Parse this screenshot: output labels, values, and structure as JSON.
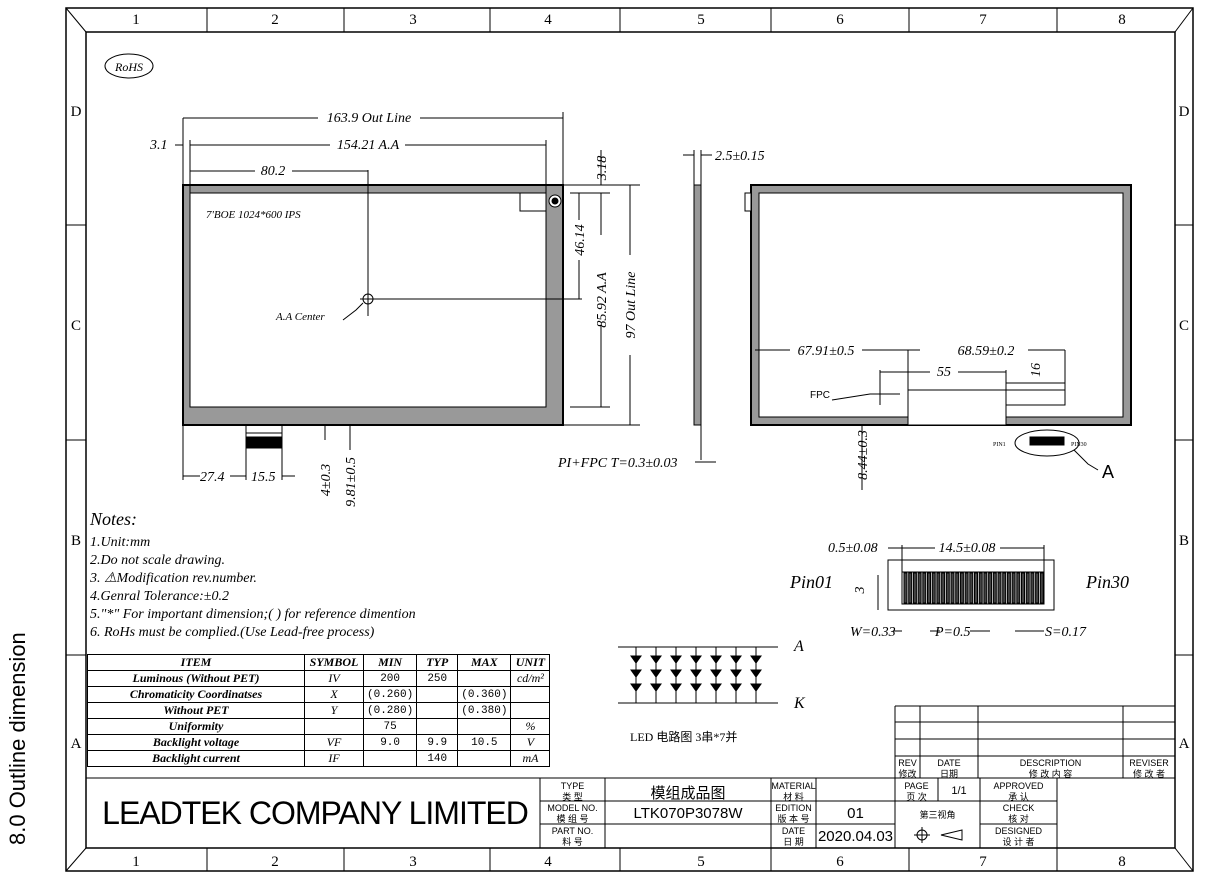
{
  "side_title": "8.0 Outline dimension",
  "border": {
    "cols": [
      "1",
      "2",
      "3",
      "4",
      "5",
      "6",
      "7",
      "8"
    ],
    "rows": [
      "D",
      "C",
      "B",
      "A"
    ]
  },
  "rohs": "RoHS",
  "front": {
    "panel_label": "7'BOE 1024*600 IPS",
    "center_label": "A.A Center",
    "dim_out_w": "163.9  Out  Line",
    "dim_aa_w": "154.21  A.A",
    "dim_left": "3.1",
    "dim_half": "80.2",
    "dim_top": "3.18",
    "dim_half_h": "46.14",
    "dim_aa_h": "85.92  A.A",
    "dim_out_h": "97  Out  Line",
    "dim_fpc_x": "27.4",
    "dim_fpc_w": "15.5",
    "dim_fpc_a": "4±0.3",
    "dim_fpc_b": "9.81±0.5"
  },
  "side": {
    "dim_t": "2.5±0.15",
    "dim_fpc_t": "PI+FPC  T=0.3±0.03"
  },
  "back": {
    "dim_l": "67.91±0.5",
    "dim_r": "68.59±0.2",
    "dim_55": "55",
    "dim_16": "16",
    "fpc_label": "FPC",
    "dim_844": "8.44±0.3",
    "pin1": "PIN1",
    "pin30": "PIN30",
    "detail": "A"
  },
  "pin_detail": {
    "d1": "0.5±0.08",
    "d2": "14.5±0.08",
    "left": "Pin01",
    "right": "Pin30",
    "three": "3",
    "w": "W=0.33",
    "p": "P=0.5",
    "s": "S=0.17"
  },
  "led": {
    "anode": "A",
    "cathode": "K",
    "caption": "LED  电路图  3串*7并"
  },
  "notes": {
    "title": "Notes:",
    "items": [
      "1.Unit:mm",
      "2.Do  not  scale  drawing.",
      "3.  ⚠Modification  rev.number.",
      "4.Genral  Tolerance:±0.2",
      "5.\"*\"  For  important  dimension;( )  for  reference  dimention",
      "6.  RoHs  must  be  complied.(Use  Lead-free  process)"
    ]
  },
  "spec_table": {
    "headers": [
      "ITEM",
      "SYMBOL",
      "MIN",
      "TYP",
      "MAX",
      "UNIT"
    ],
    "rows": [
      [
        "Luminous (Without PET)",
        "IV",
        "200",
        "250",
        "",
        "cd/m²"
      ],
      [
        "Chromaticity Coordinatses",
        "X",
        "(0.260)",
        "",
        "(0.360)",
        ""
      ],
      [
        "Without PET",
        "Y",
        "(0.280)",
        "",
        "(0.380)",
        ""
      ],
      [
        "Uniformity",
        "",
        "75",
        "",
        "",
        "%"
      ],
      [
        "Backlight voltage",
        "VF",
        "9.0",
        "9.9",
        "10.5",
        "V"
      ],
      [
        "Backlight current",
        "IF",
        "",
        "140",
        "",
        "mA"
      ]
    ]
  },
  "title_block": {
    "company": "LEADTEK COMPANY LIMITED",
    "type_en": "TYPE",
    "type_cn": "类 型",
    "type_value": "模组成品图",
    "model_en": "MODEL NO.",
    "model_cn": "模 组 号",
    "model_value": "LTK070P3078W",
    "part_en": "PART NO.",
    "part_cn": "料 号",
    "material_en": "MATERIAL",
    "material_cn": "材 料",
    "edition_en": "EDITION",
    "edition_cn": "版 本 号",
    "edition_value": "01",
    "date_en": "DATE",
    "date_cn": "日 期",
    "date_value": "2020.04.03",
    "page_en": "PAGE",
    "page_cn": "页 次",
    "page_value": "1/1",
    "projection": "第三视角",
    "approved_en": "APPROVED",
    "approved_cn": "承 认",
    "check_en": "CHECK",
    "check_cn": "核 对",
    "designed_en": "DESIGNED",
    "designed_cn": "设 计 者",
    "rev_en": "REV",
    "rev_cn": "修改",
    "rdate_en": "DATE",
    "rdate_cn": "日期",
    "desc_en": "DESCRIPTION",
    "desc_cn": "修 改 内 容",
    "reviser_en": "REVISER",
    "reviser_cn": "修 改 者"
  }
}
